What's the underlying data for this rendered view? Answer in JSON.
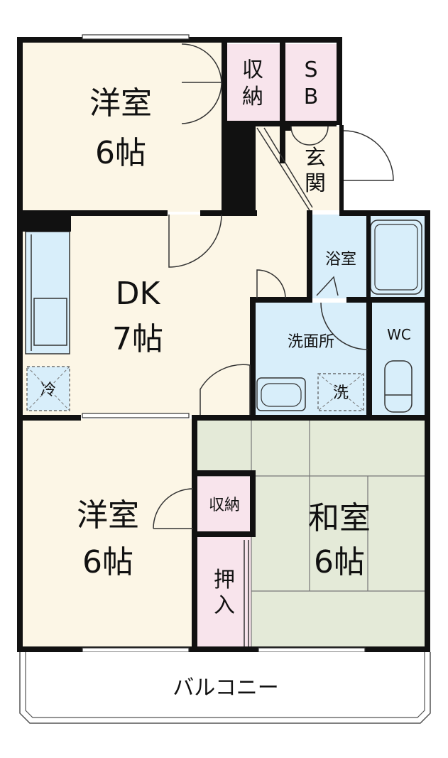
{
  "colors": {
    "western_room": "#fcf6e6",
    "dk": "#fcf6e6",
    "storage": "#f8e4ec",
    "wet_area": "#d8eefa",
    "tatami": "#e4ead8",
    "wall": "#111111",
    "balcony": "#ffffff"
  },
  "rooms": {
    "western_top": {
      "line1": "洋室",
      "line2": "6帖"
    },
    "storage_top": {
      "char1": "収",
      "char2": "納"
    },
    "sb": {
      "char1": "S",
      "char2": "B"
    },
    "entrance": {
      "char1": "玄",
      "char2": "関"
    },
    "dk": {
      "line1": "DK",
      "line2": "7帖"
    },
    "bath": {
      "label": "浴室"
    },
    "washroom": {
      "label": "洗面所"
    },
    "wc": {
      "label": "WC"
    },
    "fridge": {
      "label": "冷"
    },
    "washer": {
      "label": "洗"
    },
    "western_bottom": {
      "line1": "洋室",
      "line2": "6帖"
    },
    "storage_mid": {
      "label": "収納"
    },
    "oshiire": {
      "char1": "押",
      "char2": "入"
    },
    "washitsu": {
      "line1": "和室",
      "line2": "6帖"
    },
    "balcony": {
      "label": "バルコニー"
    }
  }
}
